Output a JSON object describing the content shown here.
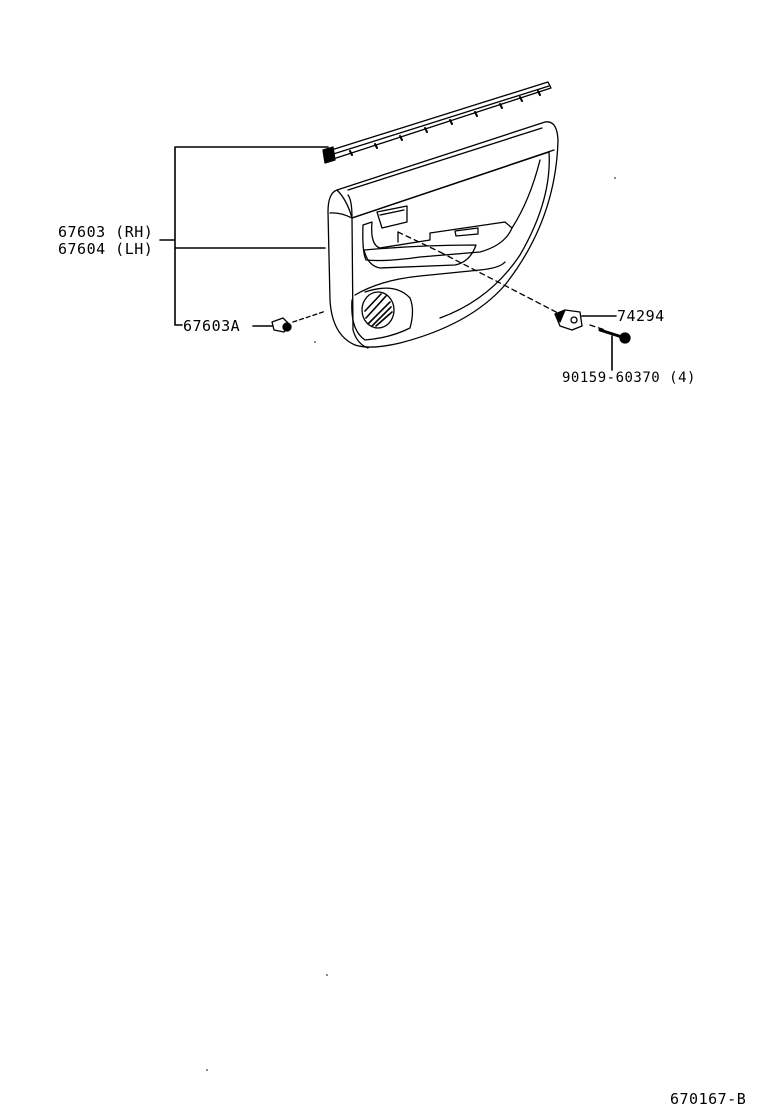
{
  "diagram": {
    "parts": [
      {
        "id": "panel-rh",
        "label": "67603 (RH)"
      },
      {
        "id": "panel-lh",
        "label": "67604 (LH)"
      },
      {
        "id": "clip",
        "label": "67603A"
      },
      {
        "id": "bracket",
        "label": "74294"
      },
      {
        "id": "screw",
        "label": "90159-60370 (4)"
      }
    ],
    "figure_code": "670167-B"
  }
}
